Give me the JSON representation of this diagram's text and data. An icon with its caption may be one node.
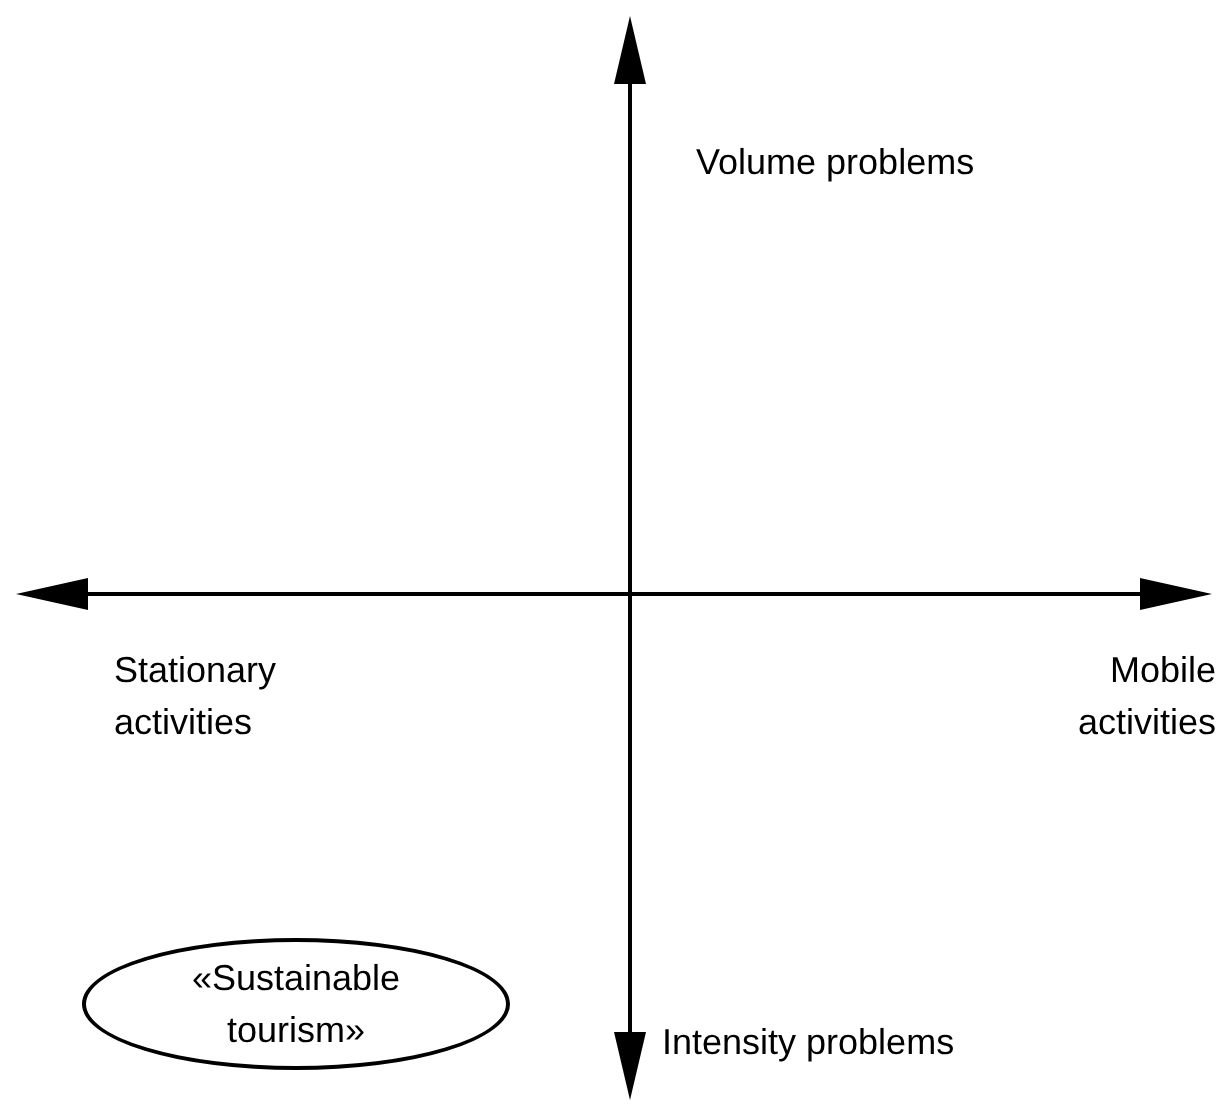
{
  "diagram": {
    "nodes": [
      {
        "text": [
          "«Sustainable tourism»"
        ]
      }
    ],
    "labels": [
      "Volume problems",
      "Stationary activities",
      "Mobile activities",
      "Intensity problems"
    ]
  }
}
